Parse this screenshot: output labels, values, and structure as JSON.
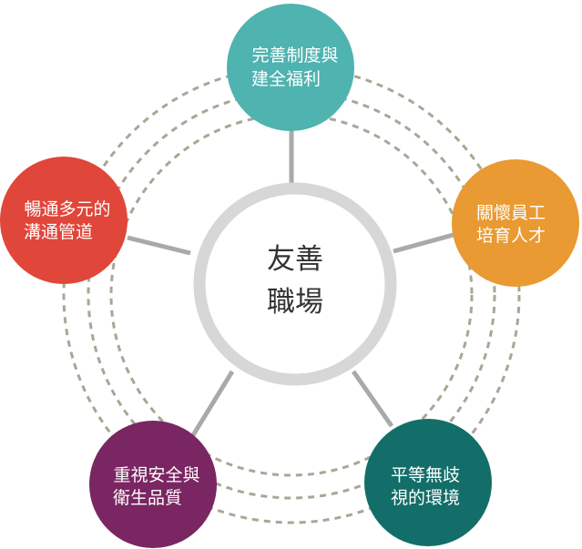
{
  "center": {
    "line1": "友善",
    "line2": "職場"
  },
  "nodes": [
    {
      "line1": "完善制度與",
      "line2": "建全福利",
      "color": "#4fb3b0"
    },
    {
      "line1": "關懷員工",
      "line2": "培育人才",
      "color": "#e99a32"
    },
    {
      "line1": "平等無歧",
      "line2": "視的環境",
      "color": "#136e69"
    },
    {
      "line1": "重視安全與",
      "line2": "衛生品質",
      "color": "#7a2662"
    },
    {
      "line1": "暢通多元的",
      "line2": "溝通管道",
      "color": "#e0463a"
    }
  ],
  "colors": {
    "center_ring": "#d6d7d6",
    "spoke": "#a9a9a9",
    "dashed_ring": "#aaa696"
  }
}
